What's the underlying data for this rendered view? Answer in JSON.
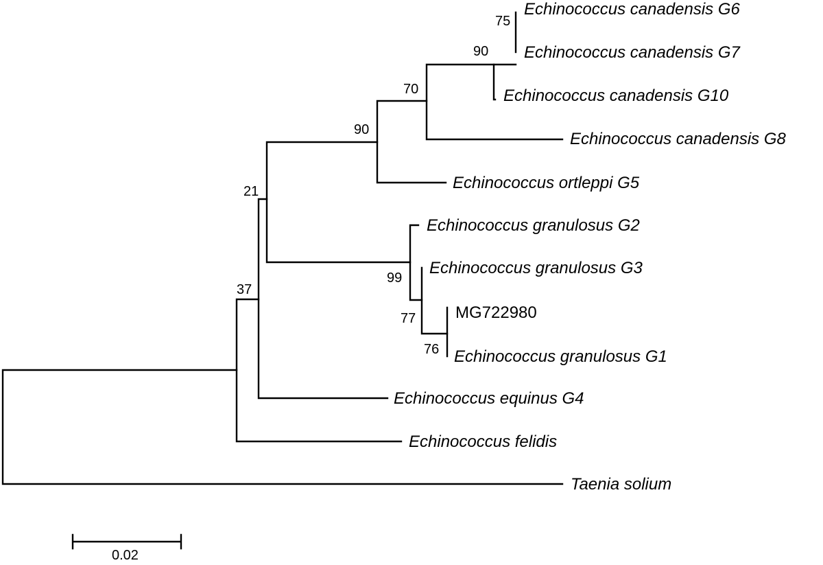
{
  "tree": {
    "taxa": {
      "canadensis_g6": "Echinococcus canadensis G6",
      "canadensis_g7": "Echinococcus canadensis G7",
      "canadensis_g10": "Echinococcus canadensis G10",
      "canadensis_g8": "Echinococcus canadensis G8",
      "ortleppi_g5": "Echinococcus ortleppi G5",
      "granulosus_g2": "Echinococcus granulosus G2",
      "granulosus_g3": "Echinococcus granulosus G3",
      "mg722980": "MG722980",
      "granulosus_g1": "Echinococcus granulosus G1",
      "equinus_g4": "Echinococcus equinus G4",
      "felidis": "Echinococcus felidis",
      "taenia_solium": "Taenia solium"
    },
    "support": {
      "n75": "75",
      "n90a": "90",
      "n70": "70",
      "n90b": "90",
      "n21": "21",
      "n37": "37",
      "n99": "99",
      "n77": "77",
      "n76": "76"
    },
    "scale_bar": {
      "label": "0.02"
    }
  }
}
